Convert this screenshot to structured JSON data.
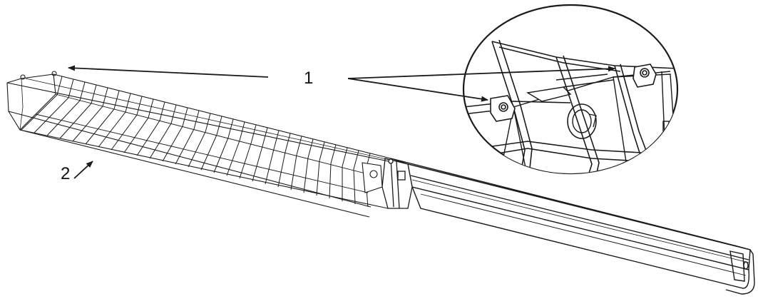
{
  "figure": {
    "callouts": [
      {
        "id": "1",
        "label": "1"
      },
      {
        "id": "2",
        "label": "2"
      }
    ],
    "colors": {
      "line": "#1a1a1a",
      "background": "#ffffff"
    },
    "icons": [
      "luminaire-diagram",
      "wire-guard",
      "detail-magnifier"
    ]
  }
}
